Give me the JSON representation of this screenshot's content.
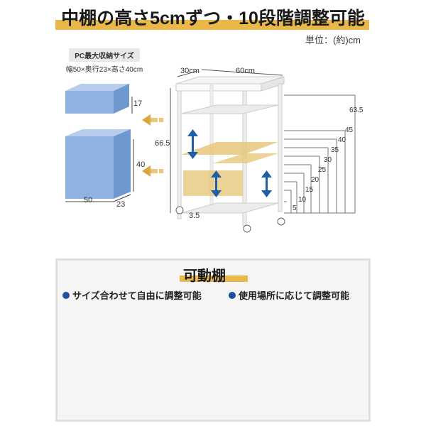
{
  "header": {
    "title": "中棚の高さ5cmずつ・10段階調整可能"
  },
  "unit": "単位：(約)cm",
  "pc": {
    "title": "PC最大収納サイズ",
    "dims": "幅50×奥行23×高さ40cm"
  },
  "box_dims": {
    "small_height": "17",
    "large_height": "40",
    "width": "50",
    "depth": "23"
  },
  "cart_dims": {
    "depth": "30cm",
    "width": "60cm",
    "height": "66.5",
    "caster": "3.5"
  },
  "height_ticks": [
    "63.5",
    "45",
    "40",
    "35",
    "30",
    "25",
    "20",
    "15",
    "10",
    "5"
  ],
  "panel": {
    "title": "可動棚",
    "bullet1": "サイズ合わせて自由に調整可能",
    "bullet2": "使用場所に応じて調整可能"
  },
  "colors": {
    "accent": "#e8b94a",
    "bullet": "#1e4fa0",
    "box": "#8fb3e0",
    "shelf": "#e6c77a",
    "arrow": "#1e5fa8"
  }
}
